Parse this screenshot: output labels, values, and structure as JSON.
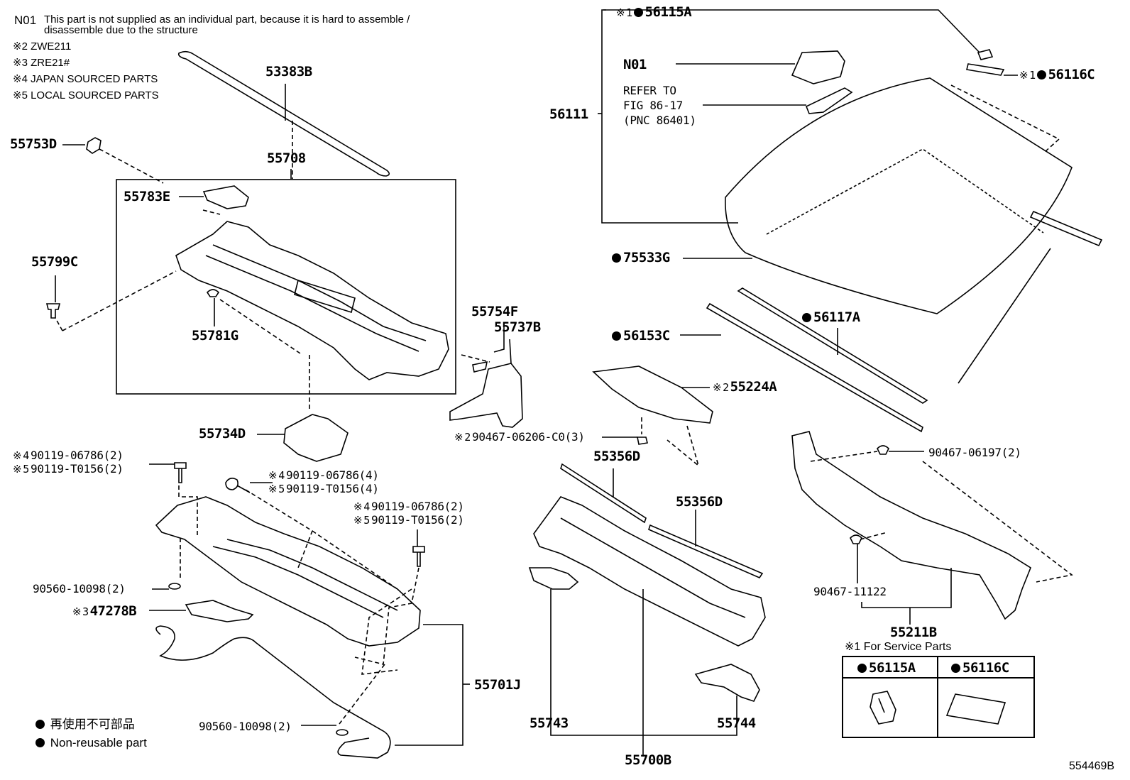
{
  "notes": {
    "n01_code": "N01",
    "n01_text": "This part is not supplied as an individual part, because it is hard to assemble /",
    "n01_text2": "disassemble due to the structure",
    "mark": "※",
    "n2": "2 ZWE211",
    "n3": "3 ZRE21#",
    "n4": "4 JAPAN SOURCED PARTS",
    "n5": "5 LOCAL SOURCED PARTS"
  },
  "labels": {
    "p53383B": "53383B",
    "p55753D": "55753D",
    "p55708": "55708",
    "p55783E": "55783E",
    "p55799C": "55799C",
    "p55781G": "55781G",
    "p55754F": "55754F",
    "p55737B": "55737B",
    "p55734D": "55734D",
    "p56115A": "56115A",
    "p56115A_mark": "1",
    "n01": "N01",
    "refer1": "REFER TO",
    "refer2": "FIG 86-17",
    "refer3": "(PNC 86401)",
    "p56111": "56111",
    "p56116C": "56116C",
    "p56116C_mark": "1",
    "p75533G": "75533G",
    "p56117A": "56117A",
    "p56153C": "56153C",
    "p55224A": "55224A",
    "p55224A_mark": "2",
    "p90467_06206": "90467-06206-C0(3)",
    "p90467_06206_mark": "2",
    "p55356D_a": "55356D",
    "p55356D_b": "55356D",
    "p90467_06197": "90467-06197(2)",
    "b1a": "90119-06786(2)",
    "b1a_mark": "4",
    "b1b": "90119-T0156(2)",
    "b1b_mark": "5",
    "b2a": "90119-06786(4)",
    "b2a_mark": "4",
    "b2b": "90119-T0156(4)",
    "b2b_mark": "5",
    "b3a": "90119-06786(2)",
    "b3a_mark": "4",
    "b3b": "90119-T0156(2)",
    "b3b_mark": "5",
    "p90560_a": "90560-10098(2)",
    "p47278B": "47278B",
    "p47278B_mark": "3",
    "p55701J": "55701J",
    "p90560_b": "90560-10098(2)",
    "p55743": "55743",
    "p55744": "55744",
    "p55700B": "55700B",
    "p90467_11122": "90467-11122",
    "p55211B": "55211B",
    "service_mark": "1",
    "service_title": "For Service Parts",
    "service_a": "56115A",
    "service_b": "56116C",
    "legend_jp": "再使用不可部品",
    "legend_en": "Non-reusable part",
    "fig_id": "554469B"
  }
}
